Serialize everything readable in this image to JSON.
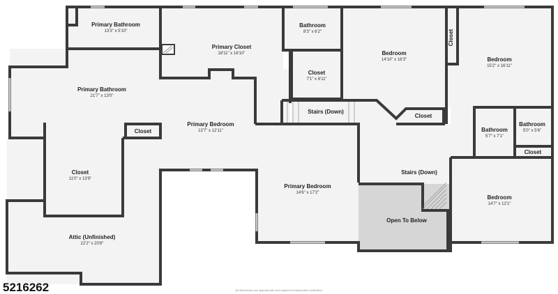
{
  "listing_number": "5216262",
  "footnote": "All dimensions are approximate and subject to independent verification",
  "rooms": [
    {
      "id": "primary-bathroom-top",
      "label": "Primary Bathroom",
      "dims": "13'3\" x 5'10\""
    },
    {
      "id": "primary-closet",
      "label": "Primary Closet",
      "dims": "18'11\" x 16'10\""
    },
    {
      "id": "bathroom-top",
      "label": "Bathroom",
      "dims": "8'3\" x 6'2\""
    },
    {
      "id": "bedroom-center",
      "label": "Bedroom",
      "dims": "14'10\" x 16'3\""
    },
    {
      "id": "bedroom-right",
      "label": "Bedroom",
      "dims": "15'2\" x 16'11\""
    },
    {
      "id": "closet-vertical",
      "label": "Closet",
      "dims": ""
    },
    {
      "id": "closet-mid",
      "label": "Closet",
      "dims": "7'1\" x 6'11\""
    },
    {
      "id": "primary-bathroom-left",
      "label": "Primary Bathroom",
      "dims": "21'7\" x 13'0\""
    },
    {
      "id": "closet-small-left",
      "label": "Closet",
      "dims": ""
    },
    {
      "id": "stairs-down-top",
      "label": "Stairs (Down)",
      "dims": ""
    },
    {
      "id": "closet-angled",
      "label": "Closet",
      "dims": ""
    },
    {
      "id": "primary-bedroom-left",
      "label": "Primary Bedroom",
      "dims": "13'7\" x 12'11\""
    },
    {
      "id": "bathroom-small",
      "label": "Bathroom",
      "dims": "5'7\" x 7'1\""
    },
    {
      "id": "bathroom-tiny",
      "label": "Bathroom",
      "dims": "5'0\" x 5'6\""
    },
    {
      "id": "closet-right-small",
      "label": "Closet",
      "dims": ""
    },
    {
      "id": "closet-large",
      "label": "Closet",
      "dims": "11'0\" x 13'9\""
    },
    {
      "id": "stairs-down-lower",
      "label": "Stairs (Down)",
      "dims": ""
    },
    {
      "id": "primary-bedroom-center",
      "label": "Primary Bedroom",
      "dims": "14'6\" x 17'2\""
    },
    {
      "id": "bedroom-lower-right",
      "label": "Bedroom",
      "dims": "14'7\" x 12'1\""
    },
    {
      "id": "open-to-below",
      "label": "Open To Below",
      "dims": ""
    },
    {
      "id": "attic",
      "label": "Attic (Unfinished)",
      "dims": "22'2\" x 20'8\""
    }
  ]
}
